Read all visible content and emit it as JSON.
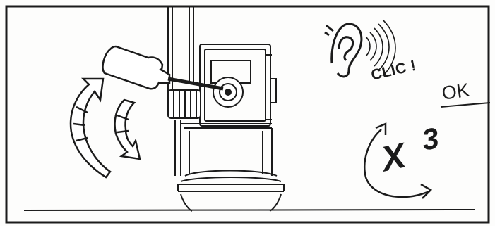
{
  "instruction": {
    "sound_text": "CLIC !",
    "confirm_text": "OK",
    "repeat_symbol": "X",
    "repeat_count": "3"
  },
  "colors": {
    "ink": "#1b1b1b",
    "paper": "#fdfdfc"
  },
  "icons": [
    "ear-icon",
    "sound-waves-icon",
    "bottle-icon",
    "rotate-arrows-icon",
    "circular-arrow-icon"
  ]
}
